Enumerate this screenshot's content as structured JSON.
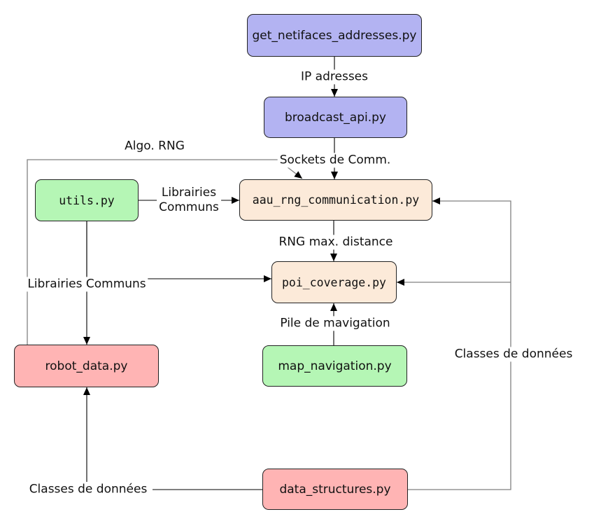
{
  "diagram": {
    "description": "Python module dependency diagram",
    "background": "#ffffff"
  },
  "colors": {
    "module_blue": "#b3b3f2",
    "module_green": "#b5f6b5",
    "module_orange": "#fcead9",
    "module_red": "#ffb4b4",
    "node_border": "#222222",
    "edge_black": "#000000",
    "edge_gray": "#818181"
  },
  "nodes": [
    {
      "id": "get_netifaces_addresses",
      "label": "get_netifaces_addresses.py",
      "color": "#b3b3f2",
      "font": "sans"
    },
    {
      "id": "broadcast_api",
      "label": "broadcast_api.py",
      "color": "#b3b3f2",
      "font": "sans"
    },
    {
      "id": "aau_rng_communication",
      "label": "aau_rng_communication.py",
      "color": "#fcead9",
      "font": "mono"
    },
    {
      "id": "utils",
      "label": "utils.py",
      "color": "#b5f6b5",
      "font": "mono"
    },
    {
      "id": "poi_coverage",
      "label": "poi_coverage.py",
      "color": "#fcead9",
      "font": "mono"
    },
    {
      "id": "map_navigation",
      "label": "map_navigation.py",
      "color": "#b5f6b5",
      "font": "sans"
    },
    {
      "id": "robot_data",
      "label": "robot_data.py",
      "color": "#ffb4b4",
      "font": "sans"
    },
    {
      "id": "data_structures",
      "label": "data_structures.py",
      "color": "#ffb4b4",
      "font": "sans"
    }
  ],
  "edges": [
    {
      "from": "get_netifaces_addresses",
      "to": "broadcast_api",
      "label": "IP adresses"
    },
    {
      "from": "broadcast_api",
      "to": "aau_rng_communication",
      "label": "Sockets de Comm."
    },
    {
      "from": "utils",
      "to": "aau_rng_communication",
      "label": "Librairies\nCommuns"
    },
    {
      "from": "robot_data",
      "to": "aau_rng_communication",
      "label": "Algo. RNG"
    },
    {
      "from": "aau_rng_communication",
      "to": "poi_coverage",
      "label": "RNG max. distance"
    },
    {
      "from": "utils",
      "to": "poi_coverage",
      "label": "Librairies Communs"
    },
    {
      "from": "utils",
      "to": "robot_data",
      "label": ""
    },
    {
      "from": "map_navigation",
      "to": "poi_coverage",
      "label": "Pile de mavigation"
    },
    {
      "from": "data_structures",
      "to": "robot_data",
      "label": "Classes de données"
    },
    {
      "from": "data_structures",
      "to": "aau_rng_communication",
      "label": "Classes de données"
    },
    {
      "from": "data_structures",
      "to": "poi_coverage",
      "label": "Classes de données"
    }
  ]
}
